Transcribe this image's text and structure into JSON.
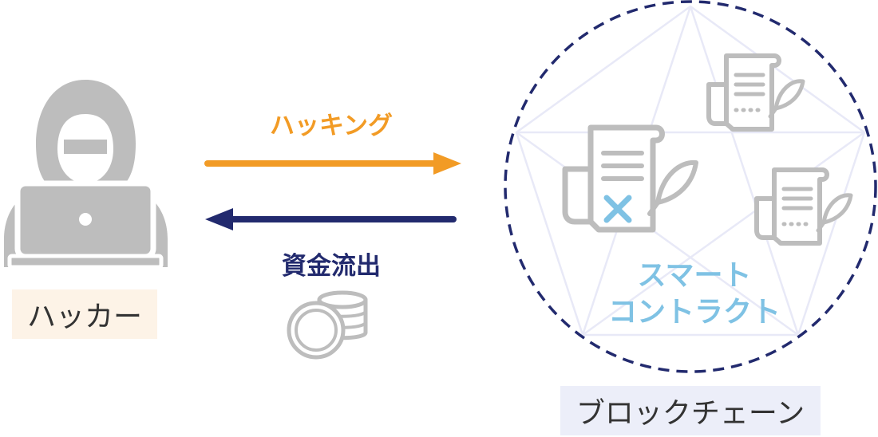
{
  "hacker": {
    "label": "ハッカー"
  },
  "attack_arrow": {
    "label": "ハッキング"
  },
  "outflow_arrow": {
    "label": "資金流出"
  },
  "smart_contract": {
    "line1": "スマート",
    "line2": "コントラクト"
  },
  "blockchain": {
    "label": "ブロックチェーン"
  },
  "icons": {
    "hacker": "hooded-hacker-with-laptop-icon",
    "coins": "coin-stack-icon",
    "contract_main": "contract-scroll-with-quill-icon",
    "contract_small": "contract-scroll-with-quill-icon",
    "network": "pentagon-network-icon"
  },
  "colors": {
    "attack": "#f29b25",
    "outflow": "#222a6e",
    "smart_contract_text": "#7fc2e4",
    "icon_gray": "#bdbdbd",
    "hacker_label_bg": "#fdf3e7",
    "blockchain_label_bg": "#eceef9"
  }
}
